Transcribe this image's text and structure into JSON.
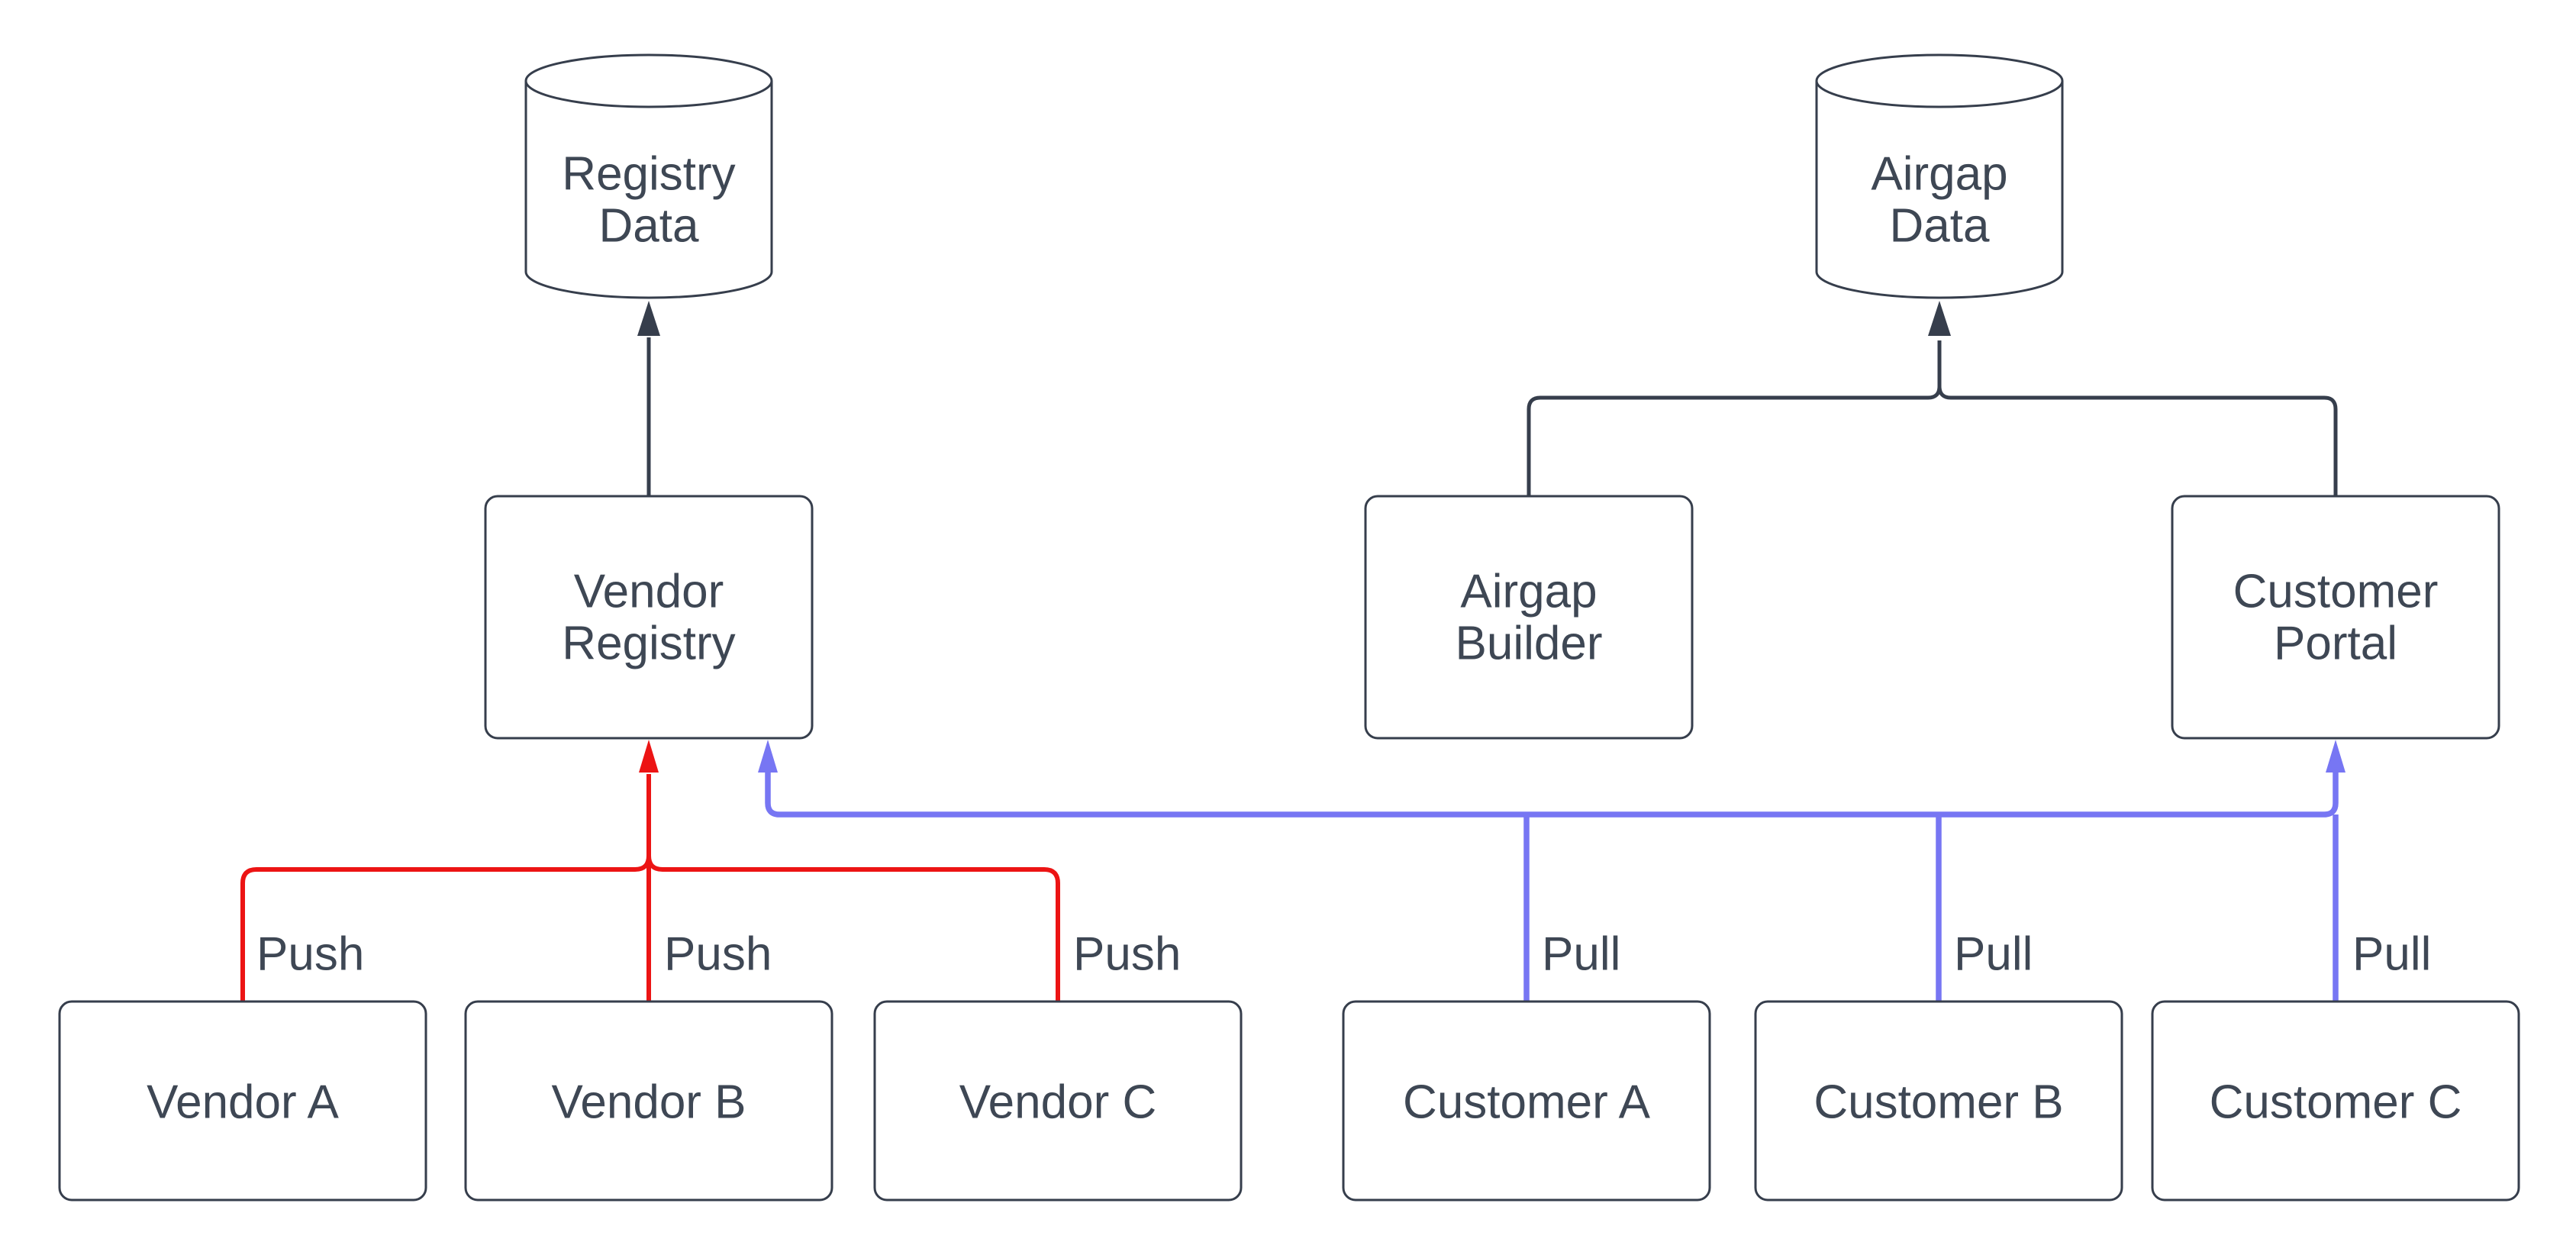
{
  "colors": {
    "background": "#ffffff",
    "node_border": "#363e4c",
    "text": "#3e4754",
    "push_edge": "#ec1414",
    "pull_edge": "#7776f3",
    "data_edge": "#363e4c"
  },
  "datastores": [
    {
      "id": "registry-data",
      "lines": [
        "Registry",
        "Data"
      ]
    },
    {
      "id": "airgap-data",
      "lines": [
        "Airgap",
        "Data"
      ]
    }
  ],
  "services": [
    {
      "id": "vendor-registry",
      "lines": [
        "Vendor",
        "Registry"
      ]
    },
    {
      "id": "airgap-builder",
      "lines": [
        "Airgap",
        "Builder"
      ]
    },
    {
      "id": "customer-portal",
      "lines": [
        "Customer",
        "Portal"
      ]
    }
  ],
  "actors": [
    {
      "id": "vendor-a",
      "label": "Vendor A"
    },
    {
      "id": "vendor-b",
      "label": "Vendor B"
    },
    {
      "id": "vendor-c",
      "label": "Vendor C"
    },
    {
      "id": "customer-a",
      "label": "Customer A"
    },
    {
      "id": "customer-b",
      "label": "Customer B"
    },
    {
      "id": "customer-c",
      "label": "Customer C"
    }
  ],
  "edge_labels": {
    "push": [
      "Push",
      "Push",
      "Push"
    ],
    "pull": [
      "Pull",
      "Pull",
      "Pull"
    ]
  }
}
